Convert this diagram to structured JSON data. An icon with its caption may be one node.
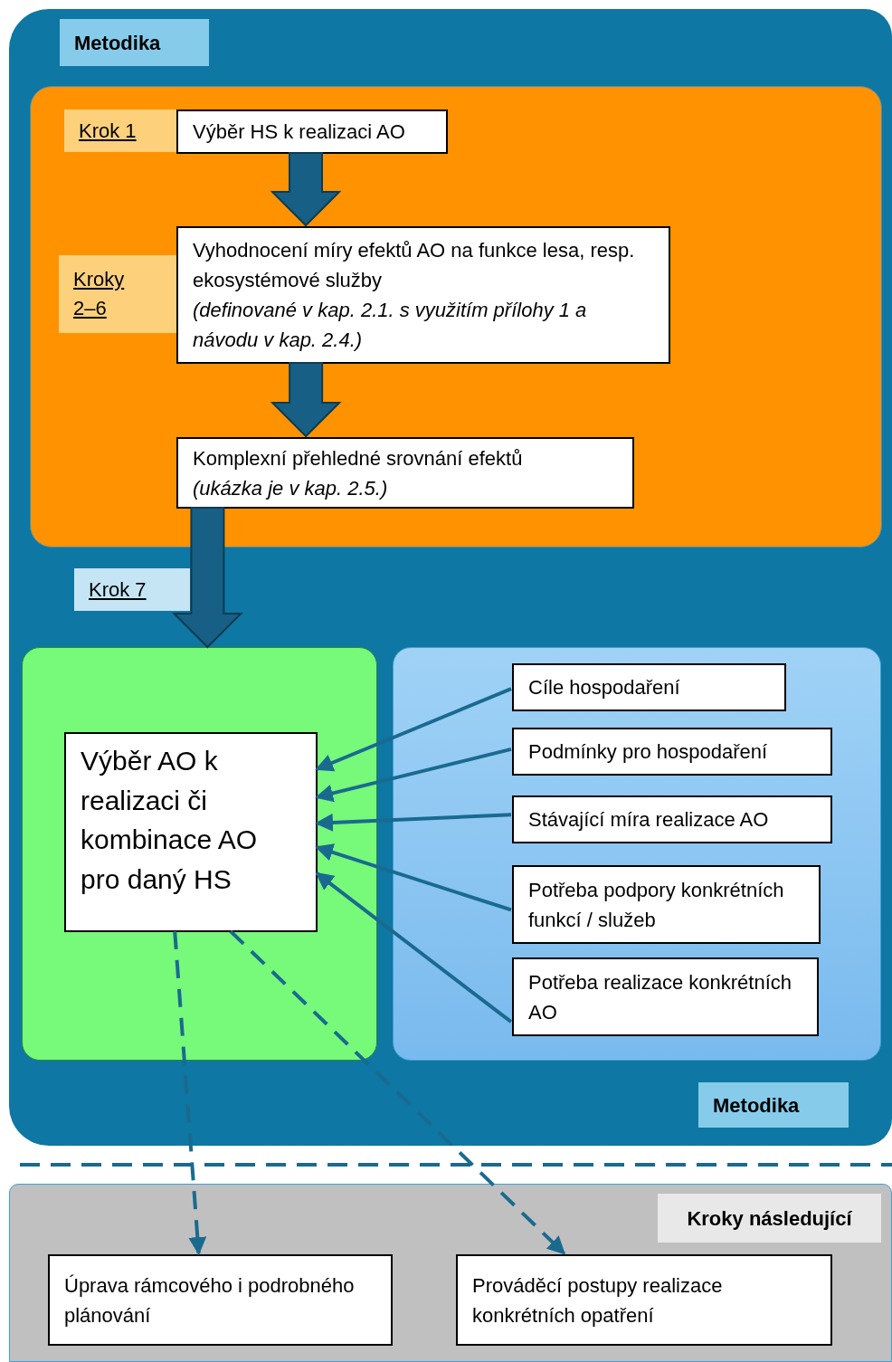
{
  "diagram": {
    "nodes": [
      {
        "text": [
          "Metodika",
          "Metodika"
        ]
      },
      {
        "text": [],
        "shape": "box",
        "in": 0
      },
      {
        "text": [
          "Krok 1"
        ],
        "in": 1
      },
      {
        "text": [
          "Výběr HS k realizaci AO"
        ],
        "in": 1
      },
      {
        "text": [
          "Kroky 2–6"
        ],
        "in": 1
      },
      {
        "text": [
          "Vyhodnocení míry efektů AO na funkce lesa, resp. ekosystémové služby",
          "(definované v kap. 2.1. s využitím přílohy 1 a návodu v kap. 2.4.)"
        ],
        "in": 1
      },
      {
        "text": [
          "Komplexní přehledné srovnání efektů",
          "(ukázka je v kap. 2.5.)"
        ],
        "in": 1
      },
      {
        "text": [
          "Krok 7"
        ],
        "in": 0
      },
      {
        "text": [],
        "shape": "box",
        "in": 0
      },
      {
        "text": [
          "Výběr AO k realizaci či kombinace AO pro daný HS"
        ],
        "in": 8
      },
      {
        "text": [],
        "shape": "box",
        "in": 0
      },
      {
        "text": [
          "Cíle hospodaření"
        ],
        "in": 10
      },
      {
        "text": [
          "Podmínky pro hospodaření"
        ],
        "in": 10
      },
      {
        "text": [
          "Stávající míra realizace AO"
        ],
        "in": 10
      },
      {
        "text": [
          "Potřeba podpory konkrétních funkcí / služeb"
        ],
        "in": 10
      },
      {
        "text": [
          "Potřeba realizace konkrétních AO"
        ],
        "in": 10
      },
      {
        "text": [
          "Kroky následující"
        ]
      },
      {
        "text": [
          "Úprava rámcového i podrobného plánování"
        ],
        "in": 16
      },
      {
        "text": [
          "Prováděcí postupy realizace konkrétních opatření"
        ],
        "in": 16
      }
    ],
    "edges": [
      {
        "from": 3,
        "to": 5,
        "arrow": "to",
        "style": "thick"
      },
      {
        "from": 5,
        "to": 6,
        "arrow": "to",
        "style": "thick"
      },
      {
        "from": 6,
        "to": 8,
        "arrow": "to",
        "style": "thick"
      },
      {
        "from": 11,
        "to": 9,
        "arrow": "to"
      },
      {
        "from": 12,
        "to": 9,
        "arrow": "to"
      },
      {
        "from": 13,
        "to": 9,
        "arrow": "to"
      },
      {
        "from": 14,
        "to": 9,
        "arrow": "to"
      },
      {
        "from": 15,
        "to": 9,
        "arrow": "to"
      },
      {
        "from": 9,
        "to": 17,
        "arrow": "to",
        "style": "dashed"
      },
      {
        "from": 9,
        "to": 18,
        "arrow": "to",
        "style": "dashed"
      }
    ]
  }
}
